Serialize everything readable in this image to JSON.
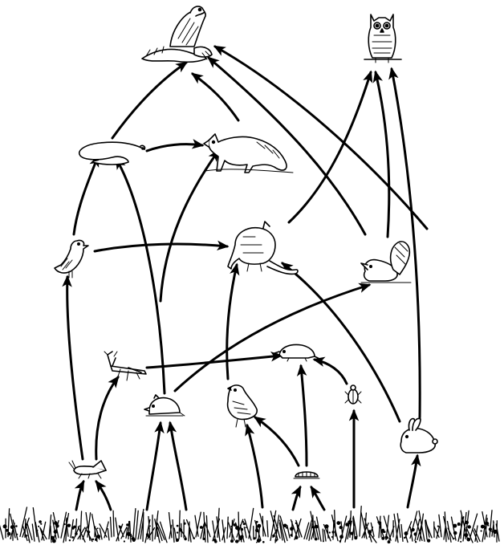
{
  "diagram": {
    "type": "food-web",
    "organisms": [
      {
        "id": "hawk",
        "icon": "hawk-icon"
      },
      {
        "id": "owl",
        "icon": "owl-icon"
      },
      {
        "id": "snake",
        "icon": "snake-icon"
      },
      {
        "id": "fox",
        "icon": "fox-icon"
      },
      {
        "id": "songbird",
        "icon": "bird-icon"
      },
      {
        "id": "opossum",
        "icon": "opossum-icon"
      },
      {
        "id": "skunk",
        "icon": "skunk-icon"
      },
      {
        "id": "mantis",
        "icon": "mantis-icon"
      },
      {
        "id": "shrew",
        "icon": "shrew-icon"
      },
      {
        "id": "mouse",
        "icon": "mouse-icon"
      },
      {
        "id": "quail",
        "icon": "quail-icon"
      },
      {
        "id": "beetle",
        "icon": "beetle-icon"
      },
      {
        "id": "rabbit",
        "icon": "rabbit-icon"
      },
      {
        "id": "grasshopper",
        "icon": "grasshopper-icon"
      },
      {
        "id": "caterpillar",
        "icon": "caterpillar-icon"
      },
      {
        "id": "plants",
        "icon": "grass-ground-icon"
      }
    ],
    "edges": [
      {
        "from": "snake",
        "to": "hawk"
      },
      {
        "from": "fox",
        "to": "hawk"
      },
      {
        "from": "skunk",
        "to": "hawk"
      },
      {
        "from": "rabbit",
        "to": "hawk"
      },
      {
        "from": "opossum",
        "to": "owl"
      },
      {
        "from": "skunk",
        "to": "owl"
      },
      {
        "from": "rabbit",
        "to": "owl"
      },
      {
        "from": "snake",
        "to": "fox"
      },
      {
        "from": "songbird",
        "to": "snake"
      },
      {
        "from": "mouse",
        "to": "snake"
      },
      {
        "from": "mouse",
        "to": "fox"
      },
      {
        "from": "songbird",
        "to": "opossum"
      },
      {
        "from": "quail",
        "to": "opossum"
      },
      {
        "from": "rabbit",
        "to": "opossum"
      },
      {
        "from": "mouse",
        "to": "skunk"
      },
      {
        "from": "mantis",
        "to": "shrew"
      },
      {
        "from": "beetle",
        "to": "shrew"
      },
      {
        "from": "caterpillar",
        "to": "shrew"
      },
      {
        "from": "grasshopper",
        "to": "songbird"
      },
      {
        "from": "grasshopper",
        "to": "mantis"
      },
      {
        "from": "caterpillar",
        "to": "quail"
      },
      {
        "from": "plants",
        "to": "grasshopper"
      },
      {
        "from": "plants",
        "to": "mouse"
      },
      {
        "from": "plants",
        "to": "quail"
      },
      {
        "from": "plants",
        "to": "caterpillar"
      },
      {
        "from": "plants",
        "to": "beetle"
      },
      {
        "from": "plants",
        "to": "rabbit"
      }
    ]
  }
}
